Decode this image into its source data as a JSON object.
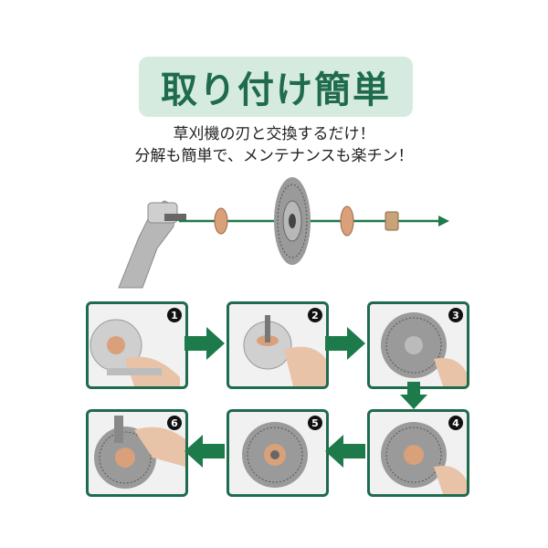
{
  "title": "取り付け簡単",
  "subtitle_line1": "草刈機の刃と交換するだけ！",
  "subtitle_line2": "分解も簡単で、メンテナンスも楽チン！",
  "steps": [
    {
      "number": "1"
    },
    {
      "number": "2"
    },
    {
      "number": "3"
    },
    {
      "number": "4"
    },
    {
      "number": "5"
    },
    {
      "number": "6"
    }
  ],
  "colors": {
    "accent": "#1f6b4d",
    "title_bg": "#d6ebe0",
    "arrow": "#1d7a4a"
  }
}
